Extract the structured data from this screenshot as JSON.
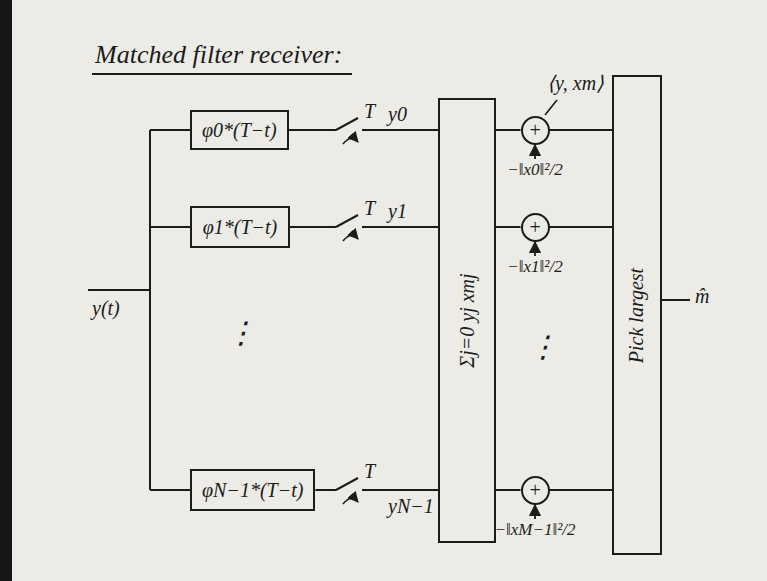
{
  "diagram": {
    "title": "Matched filter receiver:",
    "nodes": [
      {
        "text": [
          "φ0*(T−t)"
        ]
      },
      {
        "text": [
          "φ1*(T−t)"
        ]
      },
      {
        "text": [
          "φN−1*(T−t)"
        ]
      },
      {
        "text": [
          "Σj=0 yj xmj"
        ]
      },
      {
        "text": [
          "+"
        ]
      },
      {
        "text": [
          "+"
        ]
      },
      {
        "text": [
          "+"
        ]
      },
      {
        "text": [
          "Pick largest"
        ]
      }
    ],
    "edges": [
      {
        "from": 0,
        "to": 3,
        "label": "y0",
        "arrow": "none"
      },
      {
        "from": 1,
        "to": 3,
        "label": "y1",
        "arrow": "none"
      },
      {
        "from": 2,
        "to": 3,
        "label": "yN−1",
        "arrow": "none"
      },
      {
        "from": 3,
        "to": 4,
        "arrow": "none"
      },
      {
        "from": 3,
        "to": 5,
        "arrow": "none"
      },
      {
        "from": 3,
        "to": 6,
        "arrow": "none"
      },
      {
        "from": 4,
        "to": 7,
        "arrow": "none"
      },
      {
        "from": 5,
        "to": 7,
        "arrow": "none"
      },
      {
        "from": 6,
        "to": 7,
        "arrow": "none"
      }
    ],
    "labels": [
      "y(t)",
      "T",
      "T",
      "T",
      "⋮",
      "⋮",
      "⟨y, xm⟩",
      "−‖x0‖²/2",
      "−‖x1‖²/2",
      "−‖xM−1‖²/2",
      "m̂"
    ]
  }
}
